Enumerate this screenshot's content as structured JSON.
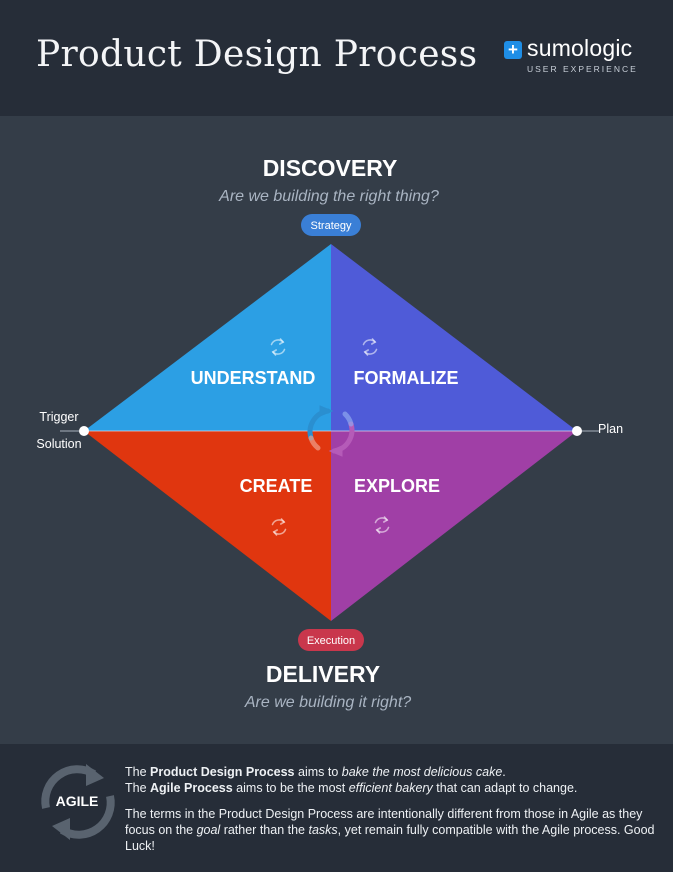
{
  "header": {
    "title": "Product Design Process",
    "logo_name": "sumologic",
    "logo_sub": "USER EXPERIENCE"
  },
  "diagram": {
    "discovery": {
      "title": "DISCOVERY",
      "question": "Are we building the right thing?"
    },
    "delivery": {
      "title": "DELIVERY",
      "question": "Are we building it right?"
    },
    "badges": {
      "top": "Strategy",
      "bottom": "Execution"
    },
    "side_labels": {
      "trigger": "Trigger",
      "solution": "Solution",
      "plan": "Plan"
    },
    "quadrants": {
      "understand": "UNDERSTAND",
      "formalize": "FORMALIZE",
      "create": "CREATE",
      "explore": "EXPLORE"
    },
    "colors": {
      "understand": "#2c9fe4",
      "formalize": "#4f5bd8",
      "create": "#e0360f",
      "explore": "#a03fa6",
      "strategy_badge": "#3a7fd6",
      "execution_badge": "#c9374c"
    },
    "icons": [
      "cycle-icon",
      "agile-cycle-icon"
    ]
  },
  "footer": {
    "agile_label": "AGILE",
    "p1": {
      "a": "The ",
      "b": "Product Design Process",
      "c": " aims to ",
      "d": "bake the most delicious cake",
      "e": ".",
      "f": "The ",
      "g": "Agile Process",
      "h": " aims to be the most ",
      "i": "efficient bakery",
      "j": " that can adapt to change."
    },
    "p2": {
      "a": "The terms in the Product Design Process are intentionally different from those in Agile as they focus on the ",
      "b": "goal",
      "c": " rather than the ",
      "d": "tasks",
      "e": ", yet remain fully compatible with the Agile process. Good Luck!"
    }
  }
}
